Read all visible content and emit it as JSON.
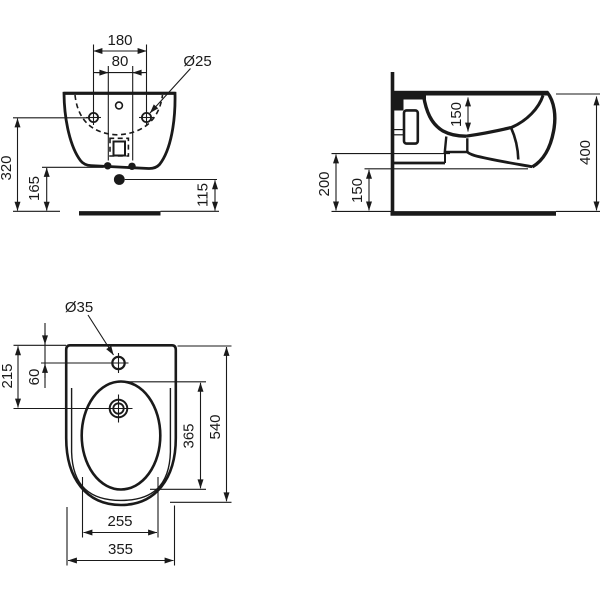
{
  "document": {
    "type": "technical-drawing",
    "subject": "wall-hung bidet installation dimensions"
  },
  "colors": {
    "line": "#1a1a1a",
    "background": "#ffffff"
  },
  "views": {
    "front": {
      "dims": {
        "fixing_hole_centres": "180",
        "outlet_centres": "80",
        "fixing_hole_diameter": "Ø25",
        "fixing_hole_height": "320",
        "outlet_height": "165",
        "waste_height": "115"
      }
    },
    "side": {
      "dims": {
        "basin_depth": "150",
        "overall_height": "400",
        "rear_underside_height": "200",
        "front_underside_height": "150"
      }
    },
    "plan": {
      "dims": {
        "tap_hole_diameter": "Ø35",
        "wall_to_drain": "215",
        "wall_to_tap": "60",
        "bowl_length": "365",
        "overall_depth": "540",
        "bowl_width": "255",
        "overall_width": "355"
      }
    }
  }
}
